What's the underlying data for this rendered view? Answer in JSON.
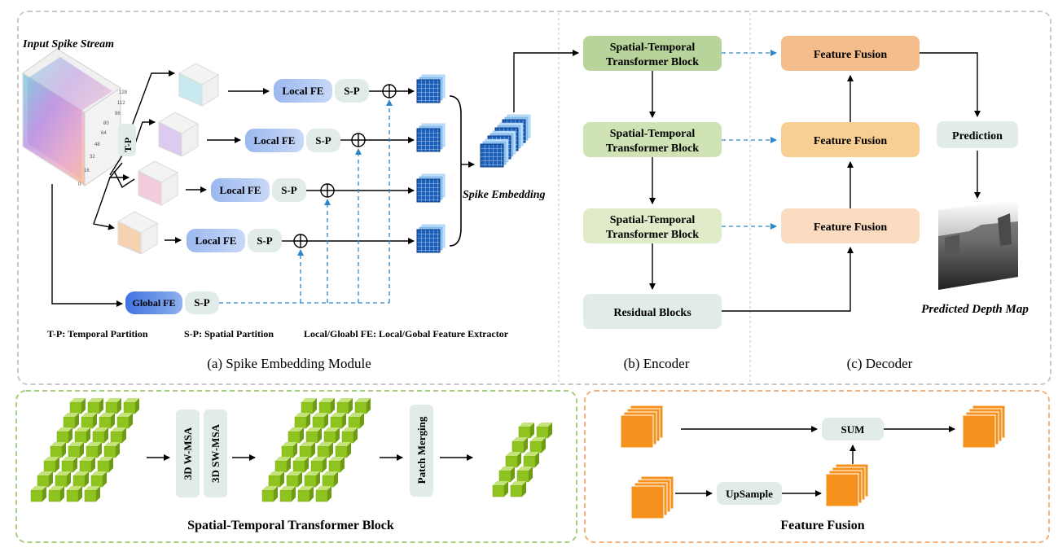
{
  "embedding": {
    "input_label": "Input Spike Stream",
    "tp_label": "T-P",
    "axis_ticks": [
      "128",
      "112",
      "96",
      "80",
      "64",
      "48",
      "32",
      "16",
      "0"
    ],
    "local_fe": "Local FE",
    "sp": "S-P",
    "global_fe": "Global FE",
    "spike_embedding": "Spike Embedding",
    "legend_tp": "T-P: Temporal Partition",
    "legend_sp": "S-P: Spatial Partition",
    "legend_fe": "Local/Gloabl FE: Local/Gobal Feature Extractor",
    "caption": "(a) Spike Embedding Module"
  },
  "encoder": {
    "block_line1": "Spatial-Temporal",
    "block_line2": "Transformer Block",
    "residual": "Residual Blocks",
    "caption": "(b) Encoder"
  },
  "decoder": {
    "fusion": "Feature Fusion",
    "prediction": "Prediction",
    "depth_map": "Predicted Depth Map",
    "caption": "(c) Decoder"
  },
  "stt_panel": {
    "wmsa": "3D W-MSA",
    "swmsa": "3D SW-MSA",
    "patch_merging": "Patch Merging",
    "title": "Spatial-Temporal Transformer Block"
  },
  "ff_panel": {
    "sum": "SUM",
    "upsample": "UpSample",
    "title": "Feature Fusion"
  },
  "colors": {
    "green_dark": "#b8d49a",
    "green_mid": "#cfe3b4",
    "green_light": "#e0ecc9",
    "orange_dark": "#f4be8c",
    "orange_mid": "#f8cf92",
    "orange_light": "#fbdcc0",
    "blue_box": "#a9c1ef",
    "gray_box": "#e1ebe8",
    "arrow_blue": "#2e86c9",
    "cube_green": "#8fc31f",
    "cube_orange": "#f5921e"
  }
}
